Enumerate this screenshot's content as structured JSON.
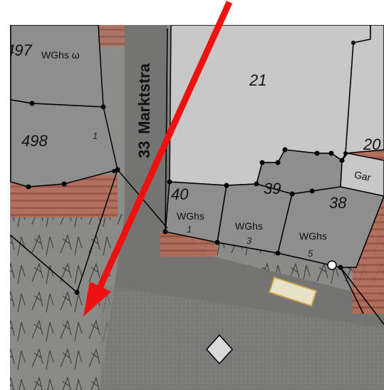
{
  "street": {
    "name": "Marktstra",
    "number": "33"
  },
  "parcels": [
    {
      "number": "497",
      "label": "WGhs ω"
    },
    {
      "number": "498",
      "label": ""
    },
    {
      "number": "21",
      "label": ""
    },
    {
      "number": "20",
      "label": ""
    },
    {
      "number": "40",
      "label": "WGhs",
      "house_no": "1"
    },
    {
      "number": "39",
      "label": "WGhs",
      "house_no": "3"
    },
    {
      "number": "38",
      "label": "WGhs",
      "house_no": "5"
    },
    {
      "number": "",
      "label": "Gar"
    }
  ],
  "parcel_498_house_no": "1",
  "colors": {
    "parcel_fill": "#8e8e8e",
    "building_fill": "#c7c7c7",
    "boundary": "#000000",
    "arrow": "#f01010",
    "white_margin": "#ffffff"
  },
  "arrow": {
    "direction": "down-left",
    "icon": "red-arrow-icon"
  }
}
